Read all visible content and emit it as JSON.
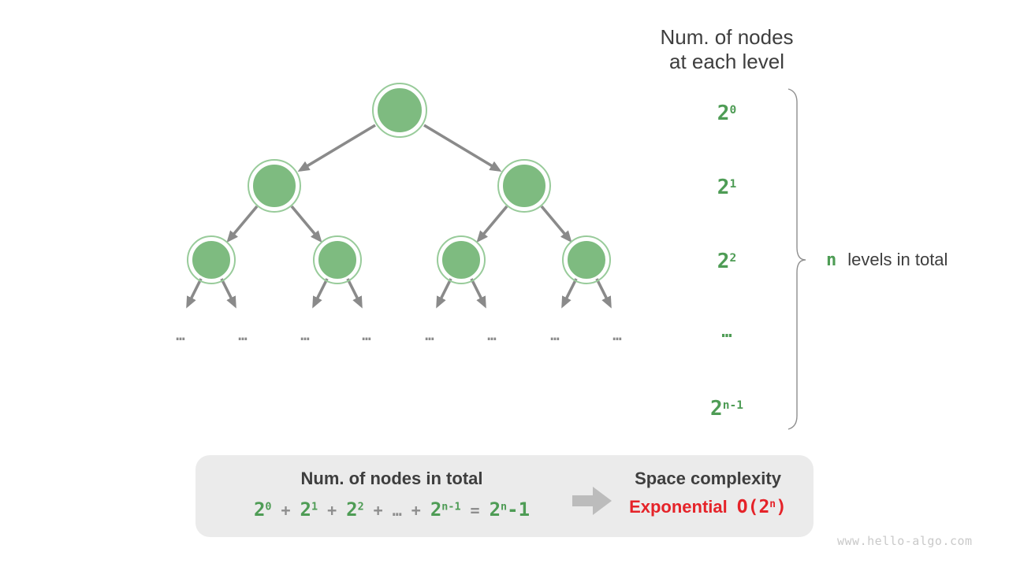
{
  "palette": {
    "green": "#4E9C55",
    "node-fill": "#7EBB80",
    "node-ring": "#98CB9A",
    "edge-gray": "#8A8A8A",
    "dark": "#3E3E3E",
    "red": "#E52329",
    "box-bg": "#EBEBEB",
    "block-arrow": "#BCBCBC",
    "formula-gray": "#8E8E8E",
    "brace": "#8F8F8F",
    "watermark": "#C9C9C9"
  },
  "header": {
    "line1": "Num. of nodes",
    "line2": "at each level"
  },
  "levels": [
    {
      "base": "2",
      "sup": "0"
    },
    {
      "base": "2",
      "sup": "1"
    },
    {
      "base": "2",
      "sup": "2"
    },
    {
      "base": "…",
      "sup": ""
    },
    {
      "base": "2",
      "sup": "n-1"
    }
  ],
  "tree": {
    "ellipsis": "…"
  },
  "brace_label": {
    "n": "n",
    "text": "levels in total"
  },
  "box": {
    "left_title": "Num. of nodes in total",
    "formula": [
      {
        "t": "2",
        "sup": "0"
      },
      {
        "t": "+"
      },
      {
        "t": "2",
        "sup": "1"
      },
      {
        "t": "+"
      },
      {
        "t": "2",
        "sup": "2"
      },
      {
        "t": "+"
      },
      {
        "t": "…"
      },
      {
        "t": "+"
      },
      {
        "t": "2",
        "sup": "n-1"
      },
      {
        "t": "="
      },
      {
        "t": "2",
        "sup": "n",
        "tail": "-1"
      }
    ],
    "right_title": "Space complexity",
    "complexity_word": "Exponential",
    "complexity_o_pre": "O(2",
    "complexity_o_sup": "n",
    "complexity_o_post": ")"
  },
  "watermark": "www.hello-algo.com"
}
